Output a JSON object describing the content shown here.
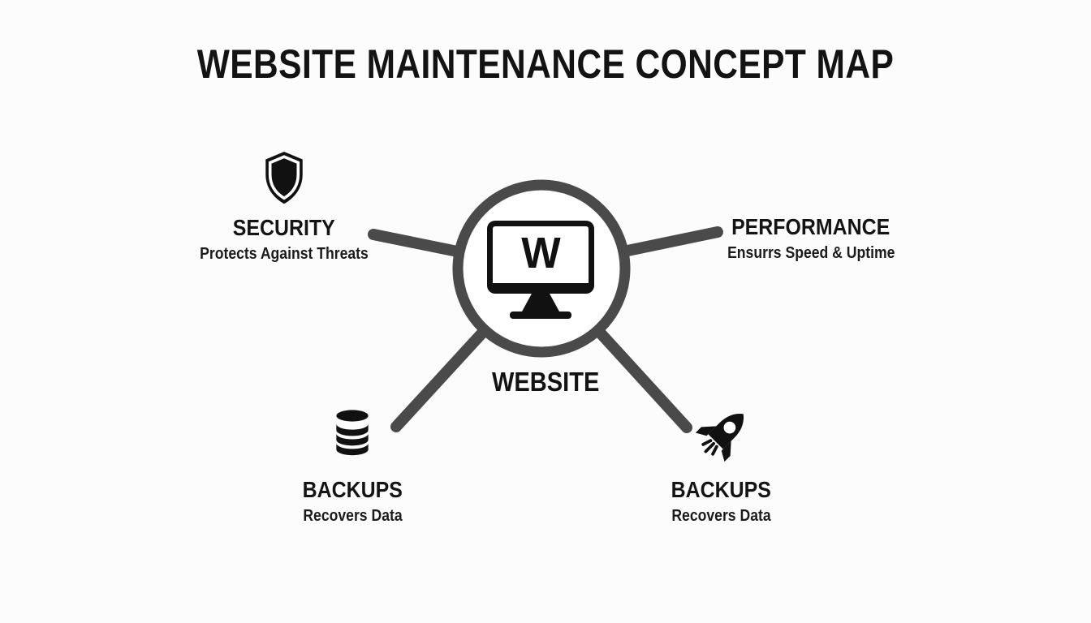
{
  "title": "WEBSITE MAINTENANCE CONCEPT MAP",
  "center": {
    "label": "WEBSITE",
    "monitor_letter": "W",
    "icon": "monitor-icon"
  },
  "nodes": [
    {
      "id": "security",
      "icon": "shield-icon",
      "label": "SECURITY",
      "description": "Protects Against Threats"
    },
    {
      "id": "performance",
      "icon": null,
      "label": "PERFORMANCE",
      "description": "Ensurrs Speed & Uptime"
    },
    {
      "id": "backups-left",
      "icon": "database-icon",
      "label": "BACKUPS",
      "description": "Recovers Data"
    },
    {
      "id": "backups-right",
      "icon": "rocket-icon",
      "label": "BACKUPS",
      "description": "Recovers Data"
    }
  ],
  "colors": {
    "background": "#fcfcfc",
    "text": "#141414",
    "icon": "#111111",
    "connector": "#4a4a4a",
    "circle_stroke": "#4a4a4a",
    "circle_fill": "#ffffff"
  }
}
